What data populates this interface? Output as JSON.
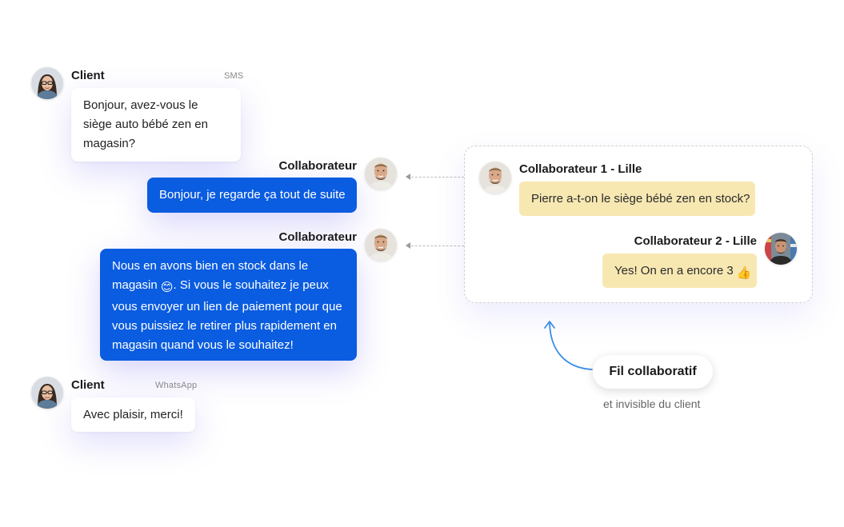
{
  "conversation": {
    "messages": [
      {
        "sender": "Client",
        "channel": "SMS",
        "text": "Bonjour, avez-vous le siège auto bébé zen en magasin?"
      },
      {
        "sender": "Collaborateur",
        "text": "Bonjour, je regarde ça tout de suite"
      },
      {
        "sender": "Collaborateur",
        "text_part1": "Nous en avons bien en stock dans le magasin",
        "emoji": "😊",
        "text_part2": ". Si vous le souhaitez je peux vous envoyer un lien de paiement pour que vous puissiez le retirer plus rapidement en magasin quand vous le souhaitez!"
      },
      {
        "sender": "Client",
        "channel": "WhatsApp",
        "text": "Avec plaisir, merci!"
      }
    ]
  },
  "collab_thread": {
    "messages": [
      {
        "sender": "Collaborateur 1 - Lille",
        "text": "Pierre a-t-on le siège bébé zen en stock?"
      },
      {
        "sender": "Collaborateur 2 - Lille",
        "text": "Yes! On en a encore 3",
        "emoji": "👍"
      }
    ]
  },
  "callout": {
    "title": "Fil collaboratif",
    "subtitle": "et invisible du client"
  },
  "colors": {
    "collab_bubble": "#0a5ce0",
    "internal_bubble": "#f7e8b2",
    "arrow": "#3a8ee6"
  },
  "icons": {
    "client_avatar": "woman-with-glasses-avatar",
    "collaborator_avatar": "bearded-man-avatar",
    "collaborator2_avatar": "man-in-store-avatar"
  }
}
